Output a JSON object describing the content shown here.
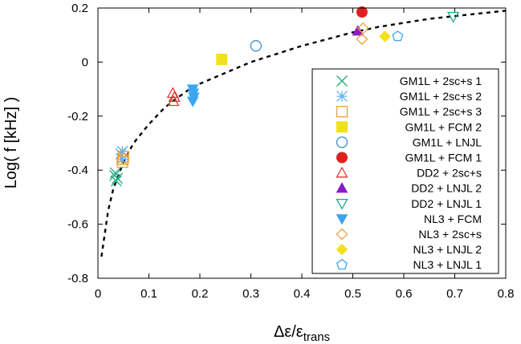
{
  "chart_data": {
    "type": "scatter",
    "xlabel": "Δε/ε",
    "xlabel_sub": "trans",
    "ylabel": "Log( f [kHz] )",
    "xlim": [
      0,
      0.8
    ],
    "ylim": [
      -0.8,
      0.2
    ],
    "xticks": [
      0,
      0.1,
      0.2,
      0.3,
      0.4,
      0.5,
      0.6,
      0.7,
      0.8
    ],
    "xtick_labels": [
      "0",
      "0.1",
      "0.2",
      "0.3",
      "0.4",
      "0.5",
      "0.6",
      "0.7",
      "0.8"
    ],
    "yticks": [
      -0.8,
      -0.6,
      -0.4,
      -0.2,
      0,
      0.2
    ],
    "ytick_labels": [
      "-0.8",
      "-0.6",
      "-0.4",
      "-0.2",
      "0",
      "0.2"
    ],
    "grid": false,
    "legend_position": "right",
    "fit_curve": {
      "style": "dashed",
      "color": "#000000",
      "x": [
        0.007,
        0.02,
        0.03,
        0.04,
        0.05,
        0.07,
        0.1,
        0.13,
        0.15,
        0.18,
        0.2,
        0.25,
        0.3,
        0.35,
        0.4,
        0.45,
        0.5,
        0.55,
        0.6,
        0.65,
        0.7,
        0.75,
        0.8
      ],
      "y": [
        -0.72,
        -0.55,
        -0.47,
        -0.42,
        -0.37,
        -0.3,
        -0.23,
        -0.17,
        -0.14,
        -0.1,
        -0.08,
        -0.04,
        0,
        0.03,
        0.06,
        0.085,
        0.11,
        0.13,
        0.145,
        0.16,
        0.17,
        0.18,
        0.19
      ]
    },
    "series": [
      {
        "name": "GM1L + 2sc+s 1",
        "marker": "x",
        "color": "#1ea982",
        "points": [
          [
            0.033,
            -0.42
          ],
          [
            0.036,
            -0.44
          ],
          [
            0.038,
            -0.43
          ],
          [
            0.034,
            -0.41
          ]
        ]
      },
      {
        "name": "GM1L + 2sc+s 2",
        "marker": "asterisk",
        "color": "#5fb3f0",
        "points": [
          [
            0.045,
            -0.34
          ],
          [
            0.047,
            -0.36
          ],
          [
            0.048,
            -0.33
          ]
        ]
      },
      {
        "name": "GM1L + 2sc+s 3",
        "marker": "square-open",
        "color": "#f0a040",
        "points": [
          [
            0.048,
            -0.37
          ],
          [
            0.049,
            -0.36
          ],
          [
            0.05,
            -0.35
          ]
        ]
      },
      {
        "name": "GM1L + FCM 2",
        "marker": "square-filled",
        "color": "#f2e01a",
        "points": [
          [
            0.243,
            0.01
          ]
        ]
      },
      {
        "name": "GM1L + LNJL",
        "marker": "circle-open",
        "color": "#3a8fd0",
        "points": [
          [
            0.31,
            0.06
          ]
        ]
      },
      {
        "name": "GM1L + FCM 1",
        "marker": "circle-filled",
        "color": "#e02020",
        "points": [
          [
            0.518,
            0.185
          ]
        ]
      },
      {
        "name": "DD2 + 2sc+s",
        "marker": "triangle-open",
        "color": "#e03838",
        "points": [
          [
            0.147,
            -0.115
          ],
          [
            0.148,
            -0.145
          ],
          [
            0.15,
            -0.13
          ]
        ]
      },
      {
        "name": "DD2 + LNJL 2",
        "marker": "triangle-filled",
        "color": "#8a1cc8",
        "points": [
          [
            0.51,
            0.115
          ]
        ]
      },
      {
        "name": "DD2 + LNJL 1",
        "marker": "triangle-down-open",
        "color": "#1ea982",
        "points": [
          [
            0.697,
            0.168
          ]
        ]
      },
      {
        "name": "NL3 + FCM",
        "marker": "triangle-down-filled",
        "color": "#3aa6f0",
        "points": [
          [
            0.186,
            -0.1
          ],
          [
            0.187,
            -0.115
          ],
          [
            0.188,
            -0.13
          ],
          [
            0.186,
            -0.145
          ]
        ]
      },
      {
        "name": "NL3 + 2sc+s",
        "marker": "diamond-open",
        "color": "#f0a040",
        "points": [
          [
            0.52,
            0.125
          ],
          [
            0.518,
            0.085
          ]
        ]
      },
      {
        "name": "NL3 + LNJL 2",
        "marker": "diamond-filled",
        "color": "#f2e01a",
        "points": [
          [
            0.563,
            0.095
          ]
        ]
      },
      {
        "name": "NL3 + LNJL 1",
        "marker": "pentagon-open",
        "color": "#3aa6f0",
        "points": [
          [
            0.588,
            0.095
          ]
        ]
      }
    ]
  }
}
